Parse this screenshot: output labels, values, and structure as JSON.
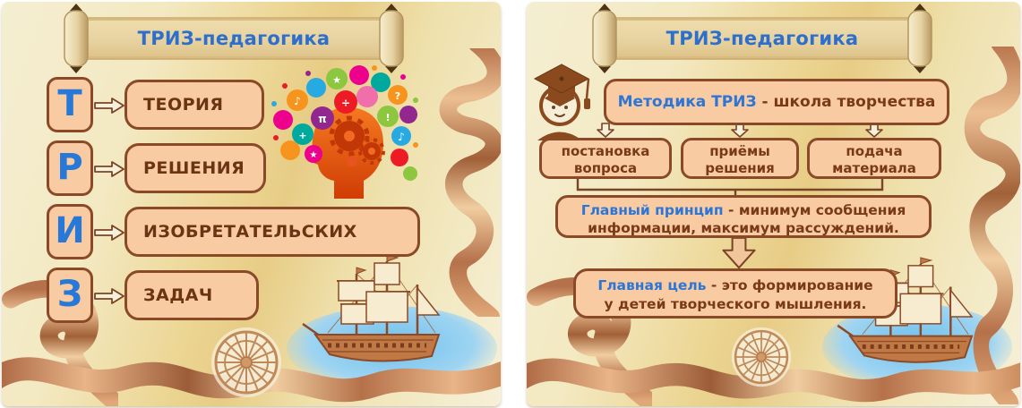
{
  "colors": {
    "accent_blue": "#2e6fcb",
    "box_fill": "#f8cba2",
    "box_border": "#8a4a28",
    "text_brown": "#6e3a1b",
    "panel_gold": "#e7cc85",
    "ribbon_bronze": "#c98a5a",
    "water_blue": "#6fc0ec",
    "scroll_tan": "#e8d4a2"
  },
  "left_panel": {
    "title": "ТРИЗ-педагогика",
    "rows": [
      {
        "letter": "Т",
        "word": "ТЕОРИЯ"
      },
      {
        "letter": "Р",
        "word": "РЕШЕНИЯ"
      },
      {
        "letter": "И",
        "word": "ИЗОБРЕТАТЕЛЬСКИХ"
      },
      {
        "letter": "З",
        "word": "ЗАДАЧ"
      }
    ],
    "icons": [
      "creative-mind-head",
      "scroll-banner",
      "sailing-ship",
      "compass-rose",
      "ribbon"
    ]
  },
  "right_panel": {
    "title": "ТРИЗ-педагогика",
    "method": {
      "highlight": "Методика ТРИЗ",
      "rest": " - школа творчества"
    },
    "branches": [
      {
        "line1": "постановка",
        "line2": "вопроса"
      },
      {
        "line1": "приёмы",
        "line2": "решения"
      },
      {
        "line1": "подача",
        "line2": "материала"
      }
    ],
    "principle": {
      "highlight": "Главный принцип",
      "line1_rest": " - минимум сообщения",
      "line2": "информации, максимум рассуждений."
    },
    "goal": {
      "highlight": "Главная цель",
      "line1_rest": " - это формирование",
      "line2": "у детей творческого мышления."
    },
    "icons": [
      "graduate-cap",
      "scroll-banner",
      "sailing-ship",
      "compass-rose",
      "ribbon"
    ]
  }
}
